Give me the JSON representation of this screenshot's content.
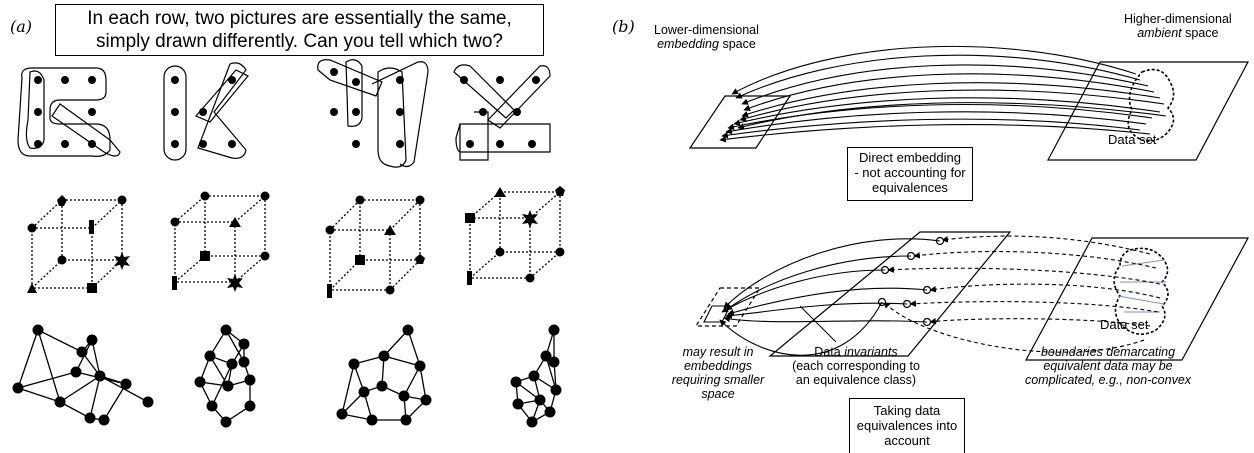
{
  "panel_a": {
    "label": "(a)",
    "prompt_line1": "In each row, two pictures are essentially the same,",
    "prompt_line2": "simply drawn differently. Can you tell which two?"
  },
  "panel_b": {
    "label": "(b)",
    "lower_space": {
      "line1": "Lower-dimensional",
      "line2_italic": "embedding",
      "line2_rest": " space"
    },
    "higher_space": {
      "line1": "Higher-dimensional",
      "line2_italic": "ambient",
      "line2_rest": " space"
    },
    "data_set_top": "Data set",
    "data_set_bottom": "Data set",
    "direct_box": {
      "line1": "Direct embedding",
      "line2": "- not accounting for",
      "line3": "equivalences"
    },
    "smaller_space": {
      "line1": "may result in",
      "line2": "embeddings",
      "line3": "requiring smaller",
      "line4": "space"
    },
    "invariants": {
      "line1_prefix": "Data ",
      "line1_italic": "invariants",
      "line2": "(each corresponding to",
      "line3": "an equivalence class)"
    },
    "boundaries": {
      "line1": "boundaries demarcating",
      "line2": "equivalent data may be",
      "line3": "complicated, e.g., non-convex"
    },
    "taking_box": {
      "line1": "Taking data",
      "line2": "equivalences into",
      "line3": "account"
    }
  }
}
